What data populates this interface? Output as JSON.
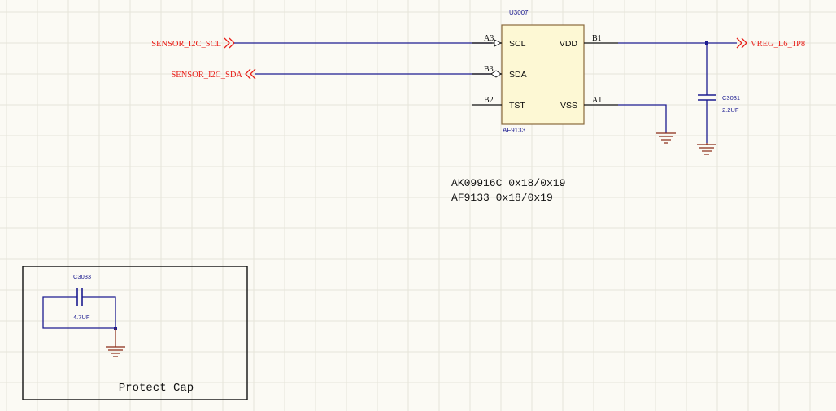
{
  "colors": {
    "background": "#fbfaf4",
    "grid": "#e6e4da",
    "wire": "#1c1c90",
    "net_port": "#e8211b",
    "ground": "#8a2a16",
    "chip_fill": "#fdf8d4",
    "chip_stroke": "#8a6a3c",
    "pin_text": "#0a0a0a",
    "designator": "#1c1c90"
  },
  "chip": {
    "designator": "U3007",
    "part": "AF9133",
    "pins": {
      "scl": {
        "name": "SCL",
        "number": "A3"
      },
      "sda": {
        "name": "SDA",
        "number": "B3"
      },
      "tst": {
        "name": "TST",
        "number": "B2"
      },
      "vdd": {
        "name": "VDD",
        "number": "B1"
      },
      "vss": {
        "name": "VSS",
        "number": "A1"
      }
    }
  },
  "nets": {
    "scl": "SENSOR_I2C_SCL",
    "sda": "SENSOR_I2C_SDA",
    "vreg": "VREG_L6_1P8"
  },
  "capacitors": {
    "c3031": {
      "designator": "C3031",
      "value": "2.2UF"
    },
    "c3033": {
      "designator": "C3033",
      "value": "4.7UF"
    }
  },
  "notes": [
    "AK09916C  0x18/0x19",
    "AF9133  0x18/0x19"
  ],
  "protect_box": {
    "label": "Protect Cap"
  }
}
